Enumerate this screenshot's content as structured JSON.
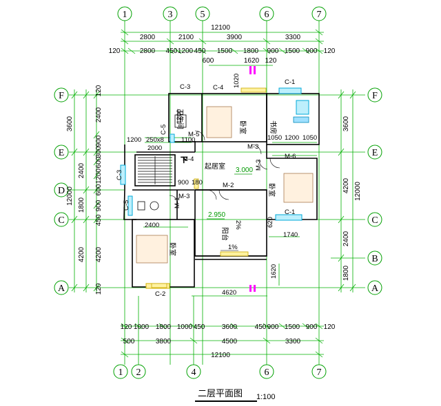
{
  "title": "二层平面图",
  "scale": "1:100",
  "axes": {
    "top": [
      "1",
      "3",
      "5",
      "6",
      "7"
    ],
    "bottom": [
      "1",
      "2",
      "4",
      "6",
      "7"
    ],
    "left": [
      "F",
      "E",
      "D",
      "C",
      "A"
    ],
    "right": [
      "F",
      "E",
      "C",
      "B",
      "A"
    ]
  },
  "top_dims": {
    "total": "12100",
    "row2": [
      "2800",
      "2100",
      "3900",
      "3300"
    ],
    "row3": [
      "120",
      "2800",
      "450",
      "1200",
      "450",
      "1500",
      "1800",
      "900",
      "1500",
      "900",
      "120"
    ],
    "extra": [
      "600",
      "1620",
      "120"
    ]
  },
  "bottom_dims": {
    "row1": [
      "120",
      "1000",
      "1800",
      "1000",
      "450",
      "3600",
      "450",
      "900",
      "1500",
      "900",
      "120"
    ],
    "row2": [
      "500",
      "3800",
      "4500",
      "3300"
    ],
    "total": "12100"
  },
  "left_dims": {
    "outer": [
      "3600",
      "2400",
      "1800",
      "4200"
    ],
    "outer_total": "12000",
    "inner": [
      "120",
      "2400",
      "900",
      "300",
      "600",
      "1200",
      "600",
      "900",
      "450",
      "4200",
      "120"
    ]
  },
  "right_dims": {
    "outer": [
      "3600",
      "4200",
      "2400",
      "1800"
    ],
    "total": "12000"
  },
  "rooms": {
    "bath": "卫生间",
    "bed1": "卧室",
    "study": "书房",
    "living": "起居室",
    "bed2": "卧室",
    "balcony": "阳台",
    "bed3": "卧室"
  },
  "labels": {
    "c3_top": "C-3",
    "c4": "C-4",
    "c1_top": "C-1",
    "c5_a": "C-5",
    "c5_b": "C-5",
    "c3_left": "C-3",
    "c1_mid": "C-1",
    "c2": "C-2",
    "m5": "M-5",
    "m4": "M-4",
    "m3_a": "M-3",
    "m3_b": "M-3",
    "m3_c": "M-3",
    "m6": "M-6",
    "m2": "M-2",
    "m1": "M-1",
    "d1020": "1020",
    "d1200v": "1200",
    "d1100": "1100",
    "d1200h": "1200",
    "d250": "250x8",
    "d2000": "2000",
    "d1050a": "1050",
    "d1200b": "1200",
    "d1050b": "1050",
    "d900": "900",
    "d180": "180",
    "d2400": "2400",
    "d1740": "1740",
    "d620": "620",
    "d4620": "4620",
    "d1620": "1620",
    "slope": "1%",
    "slope2": "2%",
    "down": "下"
  },
  "elevations": {
    "living": "3.000",
    "balcony": "2.950"
  },
  "colors": {
    "axis": "#00a000",
    "wall": "#000000",
    "window": "#00a8d8",
    "door": "#ffd000",
    "accent": "#ff00ff"
  }
}
